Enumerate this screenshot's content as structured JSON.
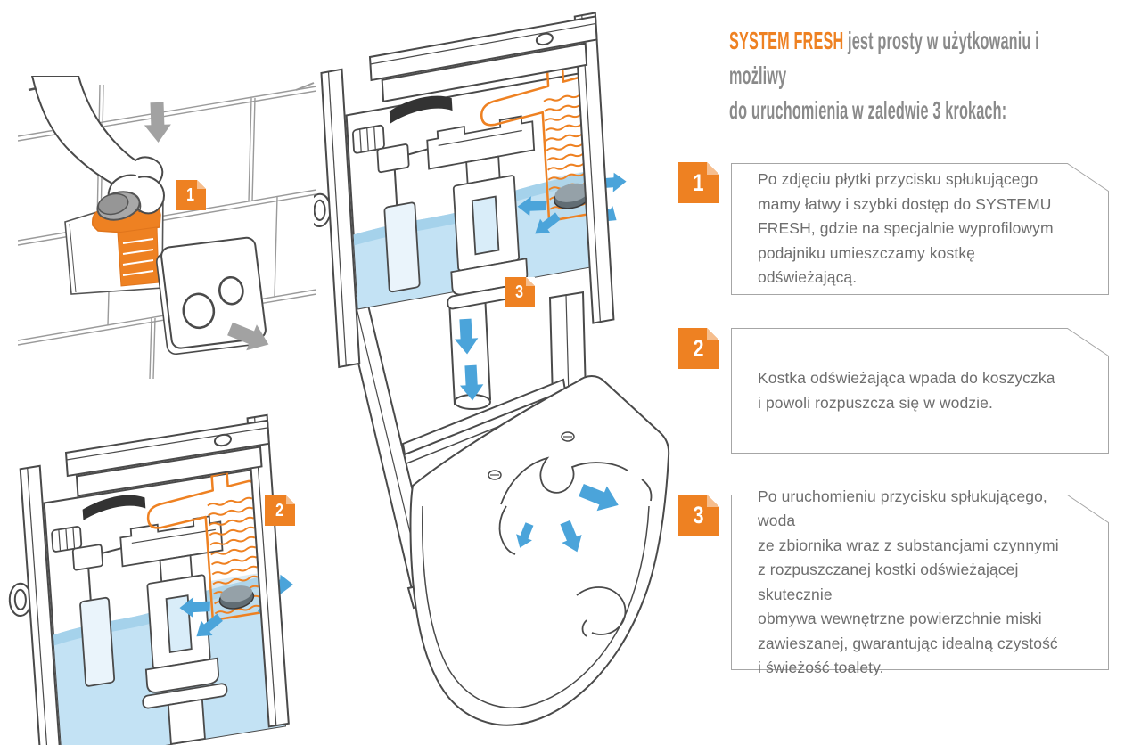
{
  "header": {
    "brand": "SYSTEM FRESH",
    "rest": " jest prosty w użytkowaniu i możliwy\ndo uruchomienia w zaledwie 3 krokach:"
  },
  "steps": [
    {
      "number": "1",
      "text": "Po zdjęciu płytki przycisku spłukującego\nmamy łatwy i szybki dostęp do SYSTEMU\nFRESH, gdzie na specjalnie wyprofilowym\npodajniku umieszczamy kostkę odświeżającą."
    },
    {
      "number": "2",
      "text": "Kostka odświeżająca wpada do koszyczka\ni powoli rozpuszcza się w wodzie."
    },
    {
      "number": "3",
      "text": "Po uruchomieniu przycisku spłukującego, woda\nze zbiornika wraz z substancjami czynnymi\nz rozpuszczanej kostki odświeżającej skutecznie\nobmywa wewnętrzne powierzchnie miski\nzawieszanej, gwarantując idealną czystość\ni świeżość toalety."
    }
  ],
  "figures": [
    {
      "badge": "1",
      "name": "wkładanie kostki przez otwór przycisku"
    },
    {
      "badge": "3",
      "name": "spłukiwanie — stelaż z miską wiszącą"
    },
    {
      "badge": "2",
      "name": "kostka rozpuszcza się w zbiorniku"
    }
  ],
  "colors": {
    "accent_orange": "#EE8122",
    "fold_orange": "#F6BE8E",
    "arrow_blue": "#4BA4DA",
    "water_blue": "#C3E2F4",
    "line_gray": "#4a4a4a",
    "text_gray": "#6e6e6e"
  }
}
